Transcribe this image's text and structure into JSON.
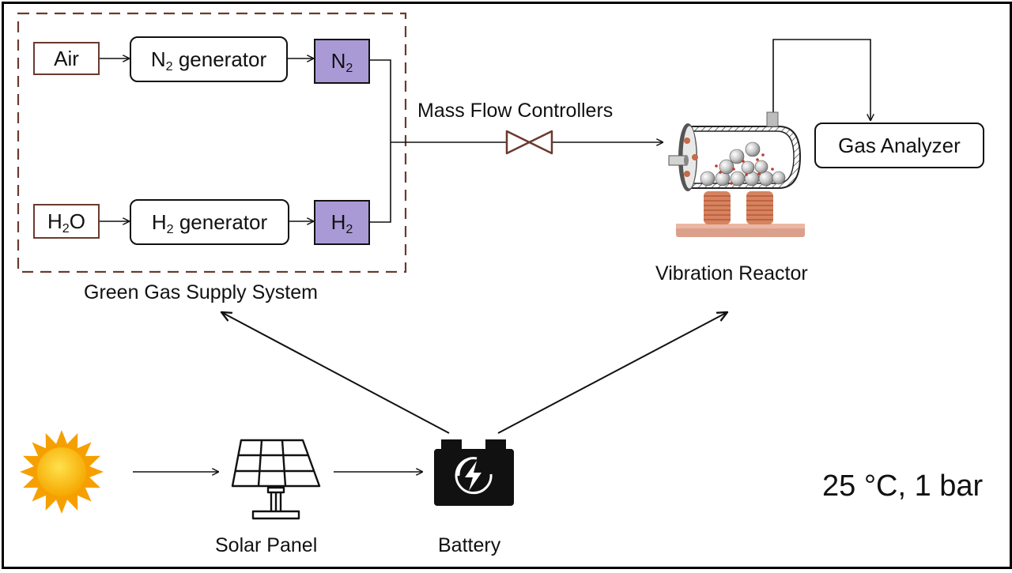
{
  "supply": {
    "title": "Green Gas Supply System",
    "air": "Air",
    "water": {
      "main": "H",
      "sub": "2",
      "rest": "O"
    },
    "n2_gen": {
      "main": "N",
      "sub": "2",
      "rest": " generator"
    },
    "h2_gen": {
      "main": "H",
      "sub": "2",
      "rest": " generator"
    },
    "n2": {
      "main": "N",
      "sub": "2"
    },
    "h2": {
      "main": "H",
      "sub": "2"
    }
  },
  "flow": {
    "label": "Mass Flow Controllers"
  },
  "reactor": {
    "label": "Vibration Reactor"
  },
  "analyzer": {
    "label": "Gas Analyzer"
  },
  "power": {
    "sun_icon": "sun-icon",
    "panel_label": "Solar Panel",
    "battery_label": "Battery"
  },
  "conditions": {
    "text": "25 °C, 1 bar"
  },
  "colors": {
    "gas_box_fill": "#a99ad6",
    "dashed_border": "#6b3a2e",
    "source_border": "#6b3a2e",
    "sun_fill": "#f5b800",
    "copper": "#d98a6a"
  }
}
